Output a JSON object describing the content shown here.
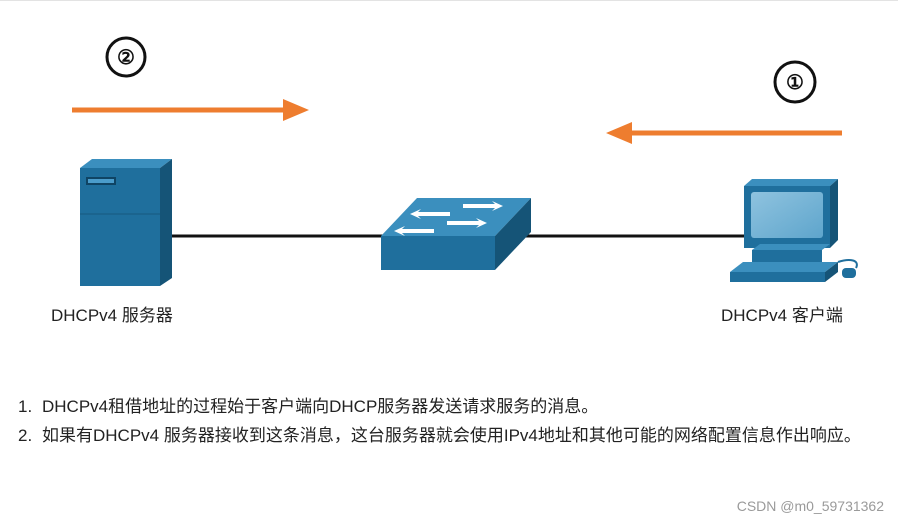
{
  "diagram": {
    "server_label": "DHCPv4 服务器",
    "client_label": "DHCPv4 客户端",
    "step_badges": [
      "②",
      "①"
    ],
    "colors": {
      "arrow": "#ee7d2f",
      "device_blue": "#1f6f9d",
      "device_dark": "#175a80",
      "device_light": "#3b8fbe",
      "link": "#111111"
    },
    "icons": [
      "server-icon",
      "switch-icon",
      "computer-icon"
    ]
  },
  "notes": [
    {
      "num": "1.",
      "text": "DHCPv4租借地址的过程始于客户端向DHCP服务器发送请求服务的消息。"
    },
    {
      "num": "2.",
      "text": "如果有DHCPv4 服务器接收到这条消息，这台服务器就会使用IPv4地址和其他可能的网络配置信息作出响应。"
    }
  ],
  "watermark": "CSDN @m0_59731362"
}
